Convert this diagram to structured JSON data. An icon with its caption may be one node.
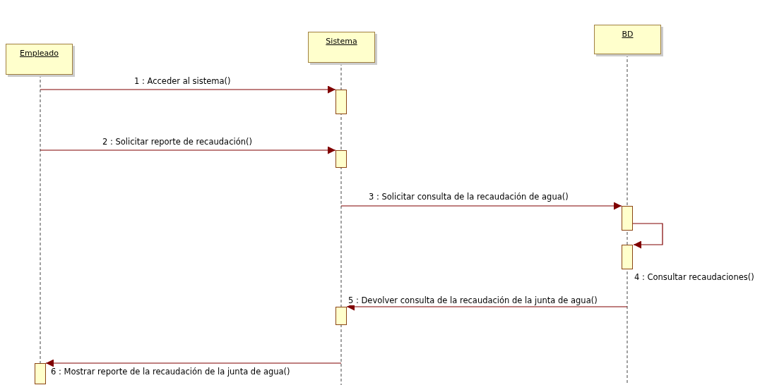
{
  "diagram": {
    "nodes": [
      {
        "text": [
          "Empleado"
        ]
      },
      {
        "text": [
          "Sistema"
        ]
      },
      {
        "text": [
          "BD"
        ]
      },
      {
        "text": [],
        "shape": "bar",
        "in": 1
      },
      {
        "text": [],
        "shape": "bar",
        "in": 1
      },
      {
        "text": [],
        "shape": "bar",
        "in": 2
      },
      {
        "text": [],
        "shape": "bar",
        "in": 2
      },
      {
        "text": [],
        "shape": "bar",
        "in": 1
      },
      {
        "text": [],
        "shape": "bar",
        "in": 0
      }
    ],
    "edges": [
      {
        "from": 0,
        "to": 3,
        "arrow": "to",
        "label": "1 : Acceder al sistema()"
      },
      {
        "from": 0,
        "to": 4,
        "arrow": "to",
        "label": "2 : Solicitar reporte de recaudación()"
      },
      {
        "from": 1,
        "to": 5,
        "arrow": "to",
        "label": "3 : Solicitar consulta de la recaudación de agua()"
      },
      {
        "from": 5,
        "to": 6,
        "arrow": "to",
        "label": "4 : Consultar recaudaciones()"
      },
      {
        "from": 2,
        "to": 7,
        "arrow": "to",
        "label": "5 : Devolver consulta de la recaudación de la junta de agua()"
      },
      {
        "from": 1,
        "to": 8,
        "arrow": "to",
        "label": "6 : Mostrar reporte de la recaudación de la junta de agua()"
      }
    ]
  }
}
